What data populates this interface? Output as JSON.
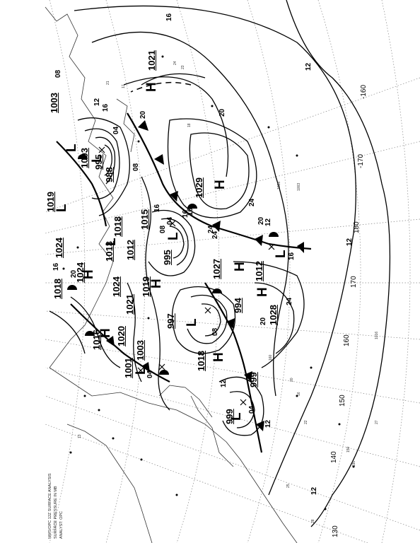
{
  "map": {
    "caption": {
      "line1": "NWS/OPC 12Z SURFACE ANALYSIS",
      "line2": "SURFACE PRESSURE IN MB",
      "line3": "ANALYST: OPC"
    },
    "pressure_labels": [
      "1021",
      "1029",
      "1027",
      "1028",
      "1012",
      "995",
      "988",
      "1003",
      "1003",
      "1019",
      "1024",
      "1024",
      "1013",
      "1018",
      "1015",
      "1012",
      "995",
      "1019",
      "1021",
      "1024",
      "1018",
      "1020",
      "1016",
      "997",
      "994",
      "1018",
      "1003",
      "1001",
      "999",
      "999"
    ],
    "isobar_labels": [
      "16",
      "12",
      "20",
      "24",
      "16",
      "20",
      "24",
      "12",
      "16",
      "08",
      "20",
      "04",
      "12",
      "16",
      "16",
      "12",
      "24",
      "20",
      "24",
      "16",
      "08",
      "04",
      "08",
      "20",
      "16",
      "12",
      "08",
      "12",
      "04",
      "04",
      "12"
    ],
    "centers": [
      {
        "type": "H",
        "value": "1021"
      },
      {
        "type": "H",
        "value": "1029"
      },
      {
        "type": "H",
        "value": "1027"
      },
      {
        "type": "H",
        "value": "1028"
      },
      {
        "type": "L",
        "value": "1012"
      },
      {
        "type": "L",
        "value": "995"
      },
      {
        "type": "L",
        "value": "1003"
      },
      {
        "type": "H",
        "value": "1024"
      },
      {
        "type": "L",
        "value": "1013"
      },
      {
        "type": "H",
        "value": "1019"
      },
      {
        "type": "L",
        "value": "995"
      },
      {
        "type": "L",
        "value": "997"
      },
      {
        "type": "H",
        "value": "1018"
      },
      {
        "type": "L",
        "value": "1003"
      },
      {
        "type": "L",
        "value": "999"
      },
      {
        "type": "H",
        "value": "1016"
      },
      {
        "type": "L",
        "value": "1019"
      }
    ],
    "longitudes": [
      "-160",
      "-170",
      "180",
      "170",
      "160",
      "150",
      "140",
      "130"
    ],
    "station_samples": [
      "24",
      "23",
      "1003",
      "1028",
      "160",
      "20",
      "16",
      "22",
      "150",
      "190",
      "27",
      "18",
      "25",
      "1016",
      "21",
      "17",
      "13",
      "28"
    ]
  }
}
